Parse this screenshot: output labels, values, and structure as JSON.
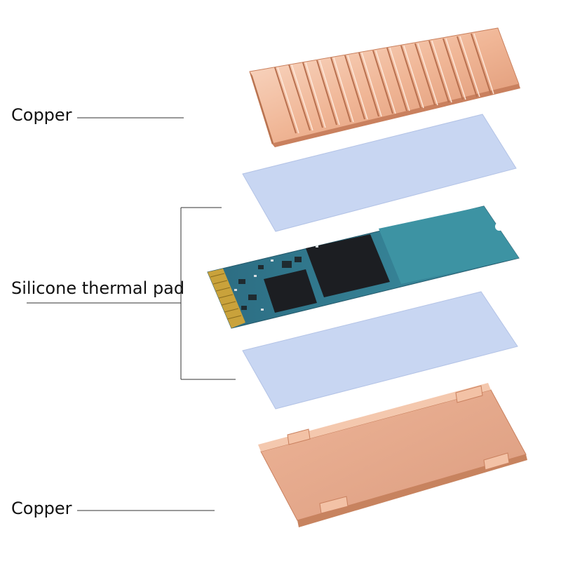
{
  "labels": {
    "copper_top": "Copper",
    "silicone_pad": "Silicone thermal pad",
    "copper_bottom": "Copper"
  },
  "colors": {
    "copper_light": "#f6c9b0",
    "copper_mid": "#e6a584",
    "copper_dark": "#c9805e",
    "pad": "#c7d6f3",
    "pcb": "#2f7f95",
    "chip": "#1c1e22",
    "gold_contacts": "#c9a23b",
    "leader_line": "#333333"
  },
  "components": {
    "top_heatsink": "copper-finned-heatsink",
    "upper_pad": "silicone-thermal-pad",
    "ssd": "m2-ssd",
    "lower_pad": "silicone-thermal-pad",
    "bottom_plate": "copper-base-plate"
  }
}
